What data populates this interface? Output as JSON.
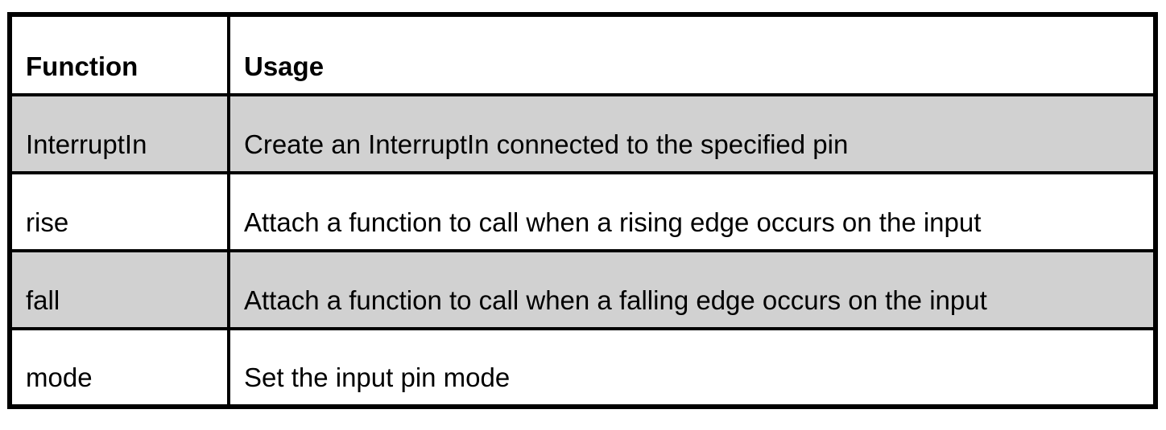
{
  "table": {
    "headers": {
      "function": "Function",
      "usage": "Usage"
    },
    "rows": [
      {
        "function": "InterruptIn",
        "usage": "Create an InterruptIn connected to the specified pin",
        "shaded": true
      },
      {
        "function": "rise",
        "usage": "Attach a function to call when a rising edge occurs on the input",
        "shaded": false
      },
      {
        "function": "fall",
        "usage": "Attach a function to call when a falling edge occurs on the input",
        "shaded": true
      },
      {
        "function": "mode",
        "usage": "Set the input pin mode",
        "shaded": false
      }
    ],
    "colors": {
      "shaded_row_bg": "#d1d1d1",
      "border": "#000000",
      "text": "#000000",
      "background": "#ffffff"
    }
  }
}
